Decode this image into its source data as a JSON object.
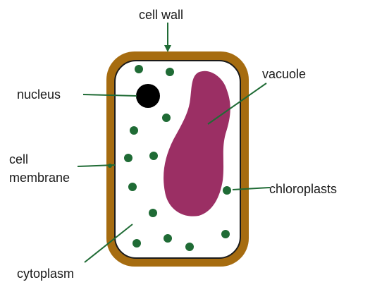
{
  "labels": {
    "cell_wall": "cell wall",
    "nucleus": "nucleus",
    "vacuole": "vacuole",
    "cell_membrane_line1": "cell",
    "cell_membrane_line2": "membrane",
    "chloroplasts": "chloroplasts",
    "cytoplasm": "cytoplasm"
  },
  "colors": {
    "cell_wall": "#a66c10",
    "cytoplasm_fill": "#ffffff",
    "membrane_outline": "#1a1a1a",
    "vacuole": "#9b2f64",
    "nucleus": "#000000",
    "chloroplast": "#1f6b35",
    "pointer_line": "#1f6b35"
  }
}
